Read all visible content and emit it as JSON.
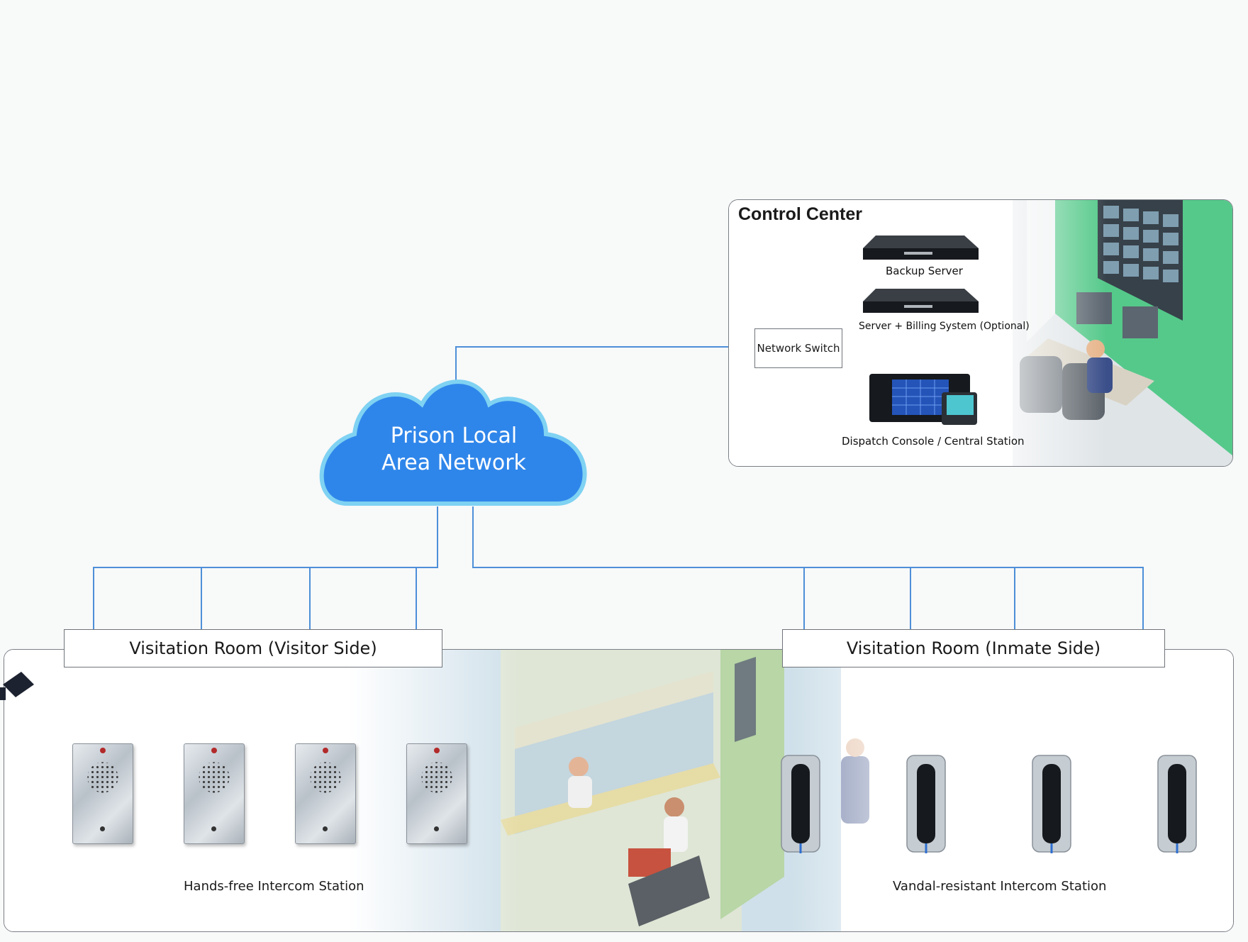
{
  "network": {
    "cloud_label_line1": "Prison Local",
    "cloud_label_line2": "Area Network"
  },
  "control_center": {
    "title": "Control Center",
    "switch_label": "Network Switch",
    "devices": [
      {
        "label": "Backup Server"
      },
      {
        "label": "Server + Billing System (Optional)"
      },
      {
        "label": "Dispatch Console / Central Station"
      }
    ]
  },
  "visitor_side": {
    "title": "Visitation Room (Visitor Side)",
    "caption": "Hands-free Intercom Station"
  },
  "inmate_side": {
    "title": "Visitation Room (Inmate Side)",
    "caption": "Vandal-resistant Intercom Station"
  },
  "colors": {
    "cloud": "#2f86ea",
    "cloud_glow": "#7fd2f2",
    "line": "#4d8fd8",
    "green_wall": "#4cc98a"
  }
}
